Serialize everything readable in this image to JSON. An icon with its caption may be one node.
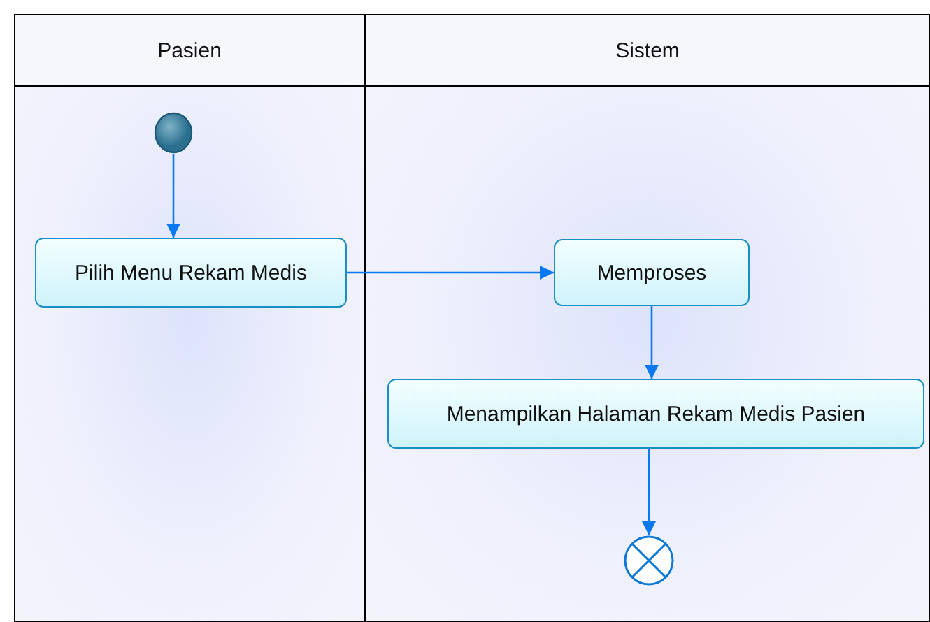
{
  "diagram": {
    "nodes": [
      {
        "text": [
          "Pasien"
        ]
      },
      {
        "text": [
          "Sistem"
        ]
      },
      {
        "text": [],
        "shape": "circle",
        "in": 0
      },
      {
        "text": [
          "Pilih Menu Rekam Medis"
        ],
        "in": 0
      },
      {
        "text": [
          "Memproses"
        ],
        "in": 1
      },
      {
        "text": [
          "Menampilkan Halaman Rekam Medis Pasien"
        ],
        "in": 1
      },
      {
        "text": [],
        "shape": "circle",
        "in": 1
      }
    ],
    "edges": [
      {
        "from": 2,
        "to": 3,
        "arrow": "to"
      },
      {
        "from": 3,
        "to": 4,
        "arrow": "to"
      },
      {
        "from": 4,
        "to": 5,
        "arrow": "to"
      },
      {
        "from": 5,
        "to": 6,
        "arrow": "to"
      }
    ]
  }
}
